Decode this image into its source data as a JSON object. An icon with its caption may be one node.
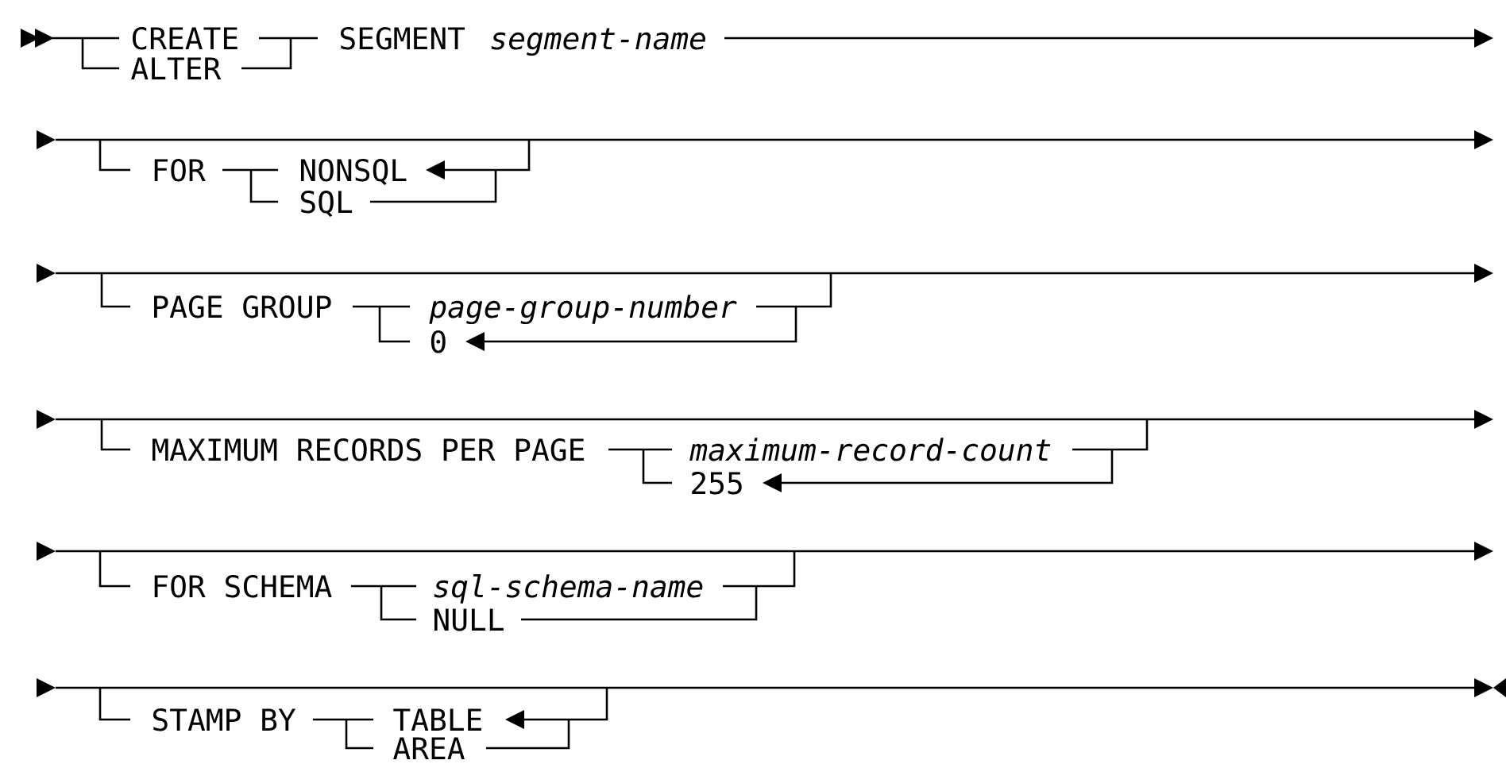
{
  "diagram": {
    "labels": [
      "CREATE",
      "SEGMENT",
      "segment-name",
      "ALTER",
      "FOR",
      "NONSQL",
      "SQL",
      "PAGE GROUP",
      "page-group-number",
      "0",
      "MAXIMUM RECORDS PER PAGE",
      "maximum-record-count",
      "255",
      "FOR SCHEMA",
      "sql-schema-name",
      "NULL",
      "STAMP BY",
      "TABLE",
      "AREA"
    ]
  }
}
